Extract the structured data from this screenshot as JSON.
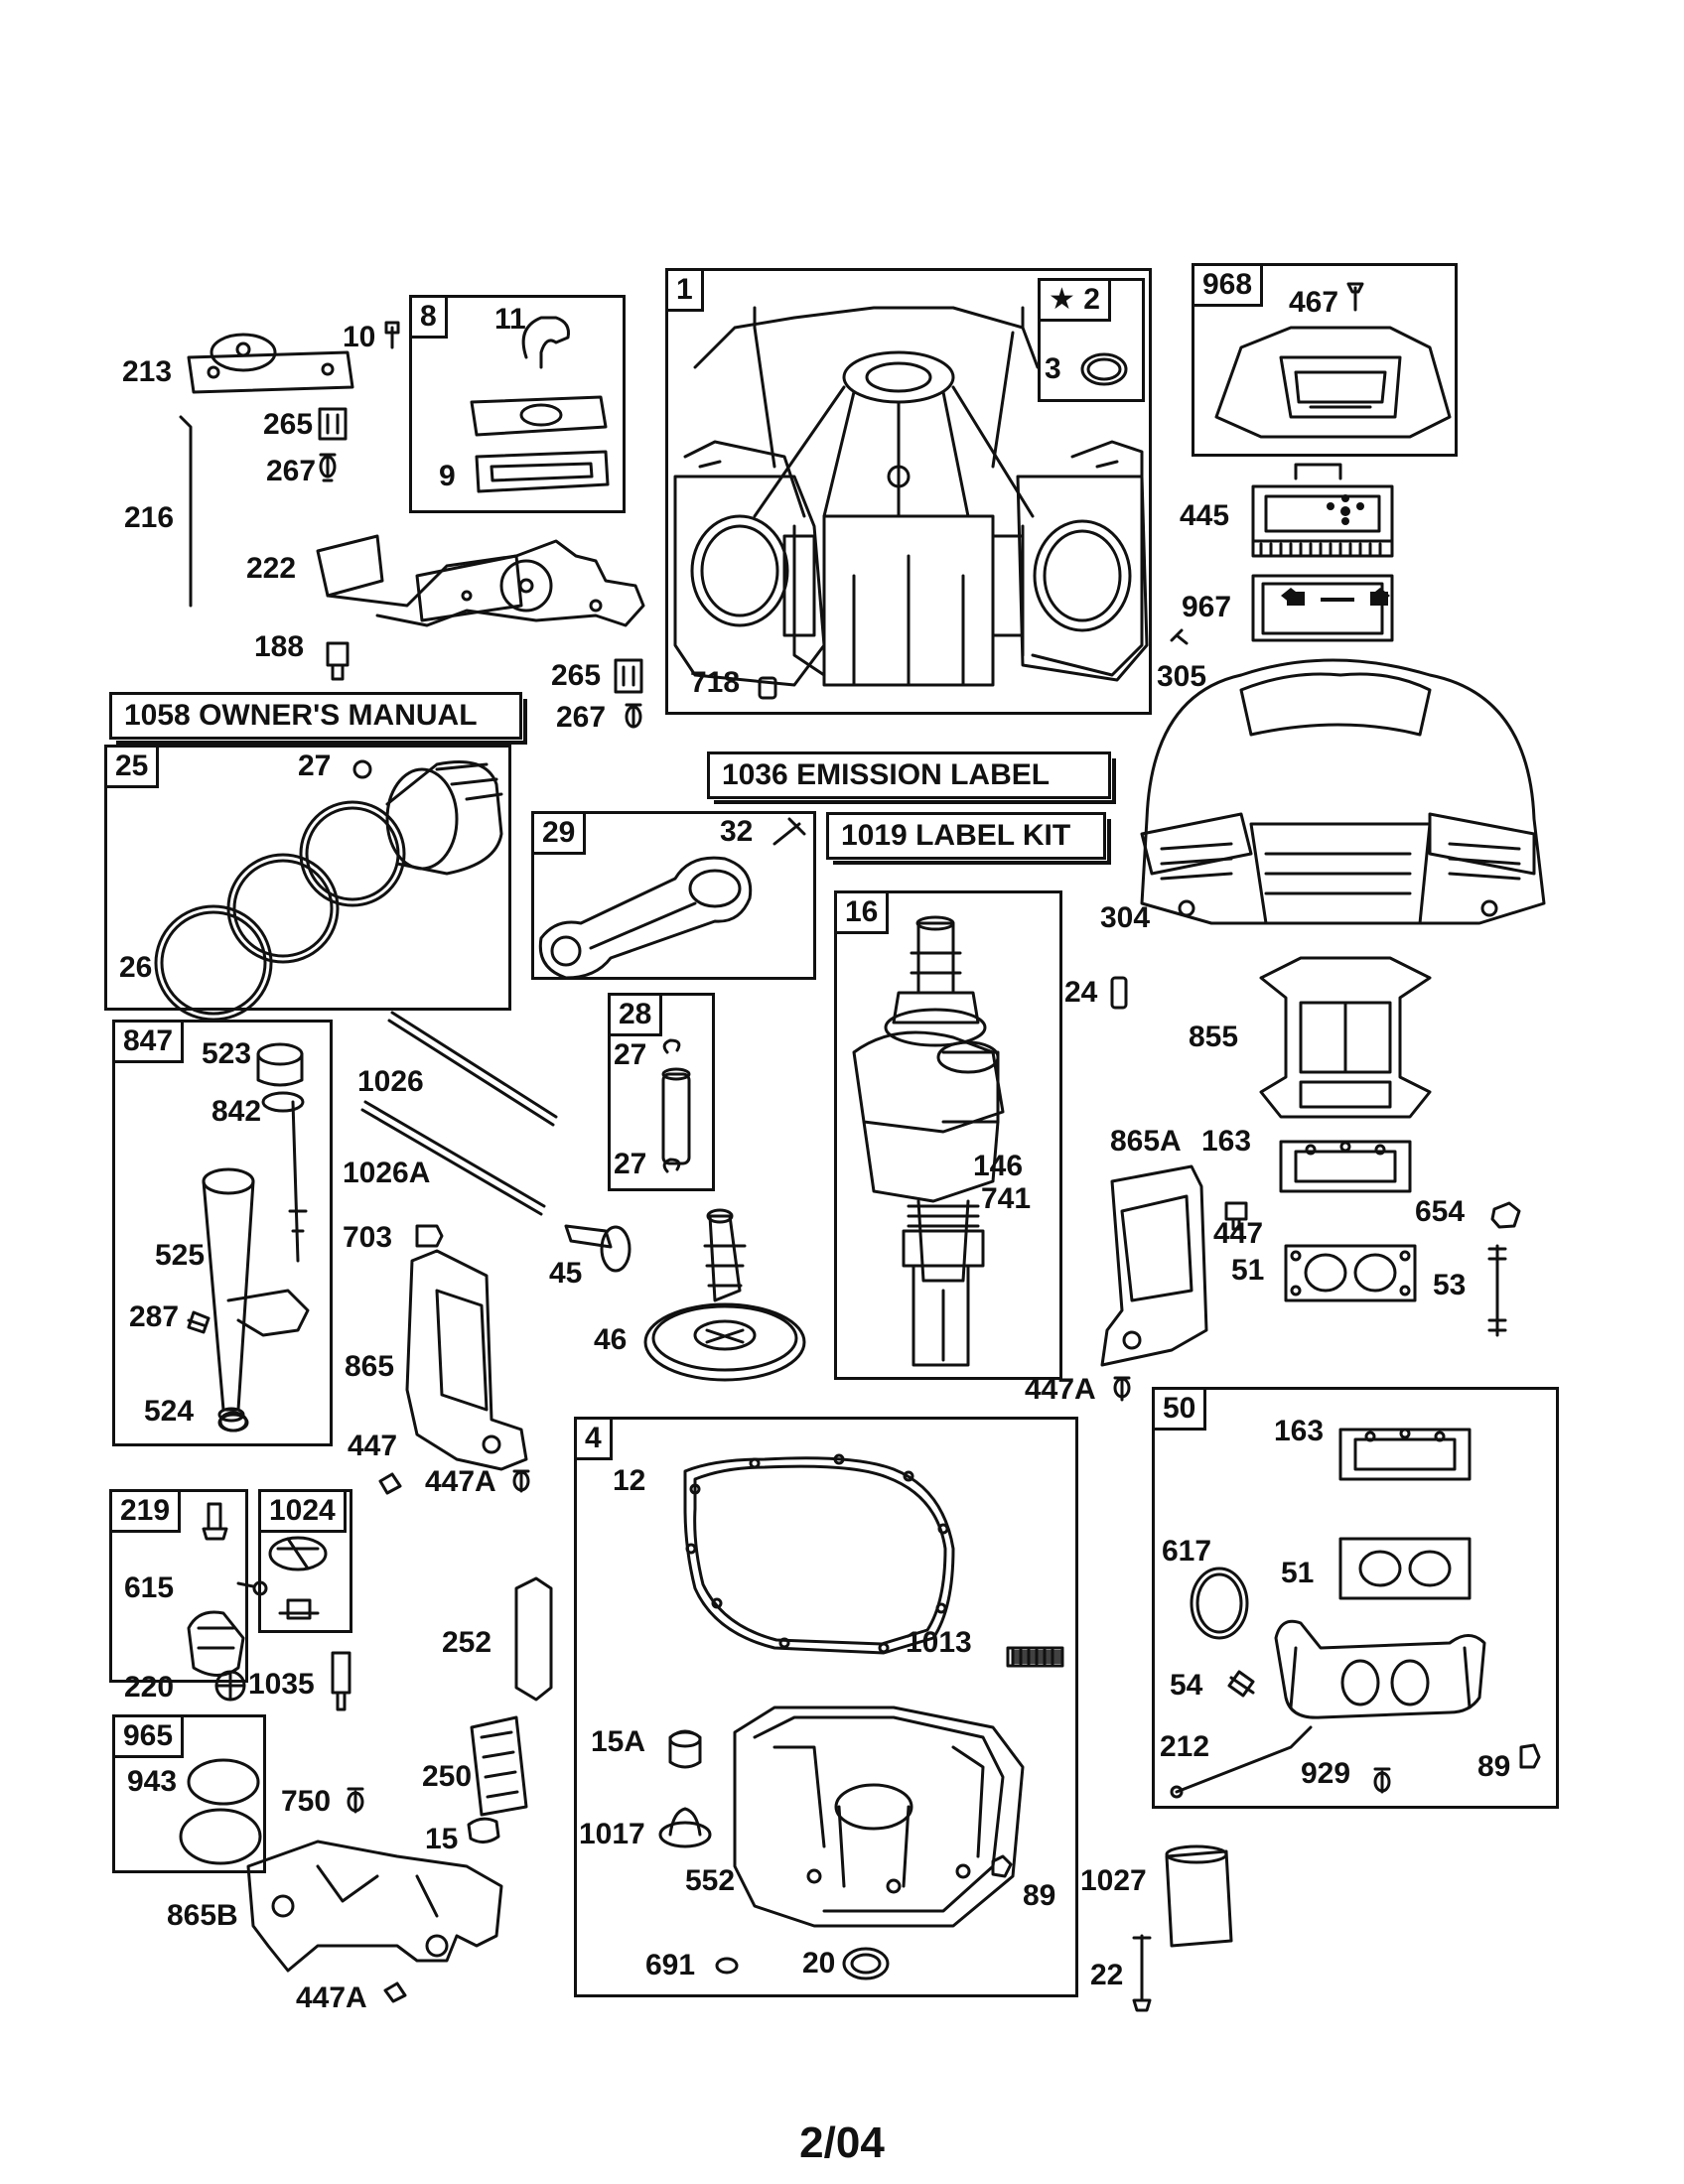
{
  "boxes": {
    "b1": {
      "tag": "1"
    },
    "b8": {
      "tag": "8"
    },
    "b968": {
      "tag": "968"
    },
    "b25": {
      "tag": "25"
    },
    "b29": {
      "tag": "29"
    },
    "b16": {
      "tag": "16"
    },
    "b28": {
      "tag": "28"
    },
    "b847": {
      "tag": "847"
    },
    "b4": {
      "tag": "4"
    },
    "b50": {
      "tag": "50"
    },
    "b219": {
      "tag": "219"
    },
    "b1024": {
      "tag": "1024"
    },
    "b965": {
      "tag": "965"
    },
    "star2": {
      "tag": "★ 2"
    }
  },
  "banners": {
    "owners_manual": "1058 OWNER'S MANUAL",
    "emission_label": "1036 EMISSION LABEL",
    "label_kit": "1019 LABEL KIT"
  },
  "labels": {
    "p10": "10",
    "p213": "213",
    "p265a": "265",
    "p267a": "267",
    "p216": "216",
    "p11": "11",
    "p9": "9",
    "p222": "222",
    "p188": "188",
    "p265b": "265",
    "p267b": "267",
    "p3": "3",
    "p718": "718",
    "p467": "467",
    "p445": "445",
    "p967": "967",
    "p305": "305",
    "p304": "304",
    "p27a": "27",
    "p26": "26",
    "p32": "32",
    "p24": "24",
    "p855": "855",
    "p163a": "163",
    "p865A": "865A",
    "p447a": "447",
    "p654": "654",
    "p51a": "51",
    "p53": "53",
    "p447Aa": "447A",
    "p146": "146",
    "p741": "741",
    "p27b": "27",
    "p27c": "27",
    "p1026": "1026",
    "p1026A": "1026A",
    "p703": "703",
    "p45": "45",
    "p46": "46",
    "p865": "865",
    "p447b": "447",
    "p447Ab": "447A",
    "p523": "523",
    "p842": "842",
    "p525": "525",
    "p287": "287",
    "p524": "524",
    "p12": "12",
    "p1013": "1013",
    "p15A": "15A",
    "p1017": "1017",
    "p552": "552",
    "p89a": "89",
    "p691": "691",
    "p20": "20",
    "p163b": "163",
    "p617": "617",
    "p51b": "51",
    "p54": "54",
    "p212": "212",
    "p929": "929",
    "p89b": "89",
    "p615": "615",
    "p220": "220",
    "p1035": "1035",
    "p943": "943",
    "p252": "252",
    "p250": "250",
    "p750": "750",
    "p15": "15",
    "p865B": "865B",
    "p447Ac": "447A",
    "p1027": "1027",
    "p22": "22"
  },
  "footer": "2/04"
}
